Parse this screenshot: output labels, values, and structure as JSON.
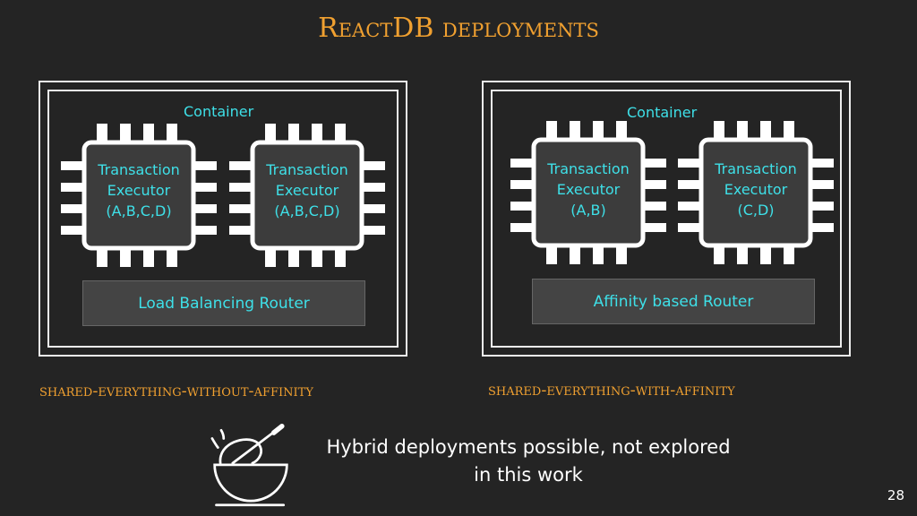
{
  "title": "ReactDB deployments",
  "left": {
    "container": "Container",
    "chips": [
      {
        "l1": "Transaction",
        "l2": "Executor",
        "l3": "(A,B,C,D)"
      },
      {
        "l1": "Transaction",
        "l2": "Executor",
        "l3": "(A,B,C,D)"
      }
    ],
    "router": "Load Balancing Router",
    "caption": "shared-everything-without-affinity"
  },
  "right": {
    "container": "Container",
    "chips": [
      {
        "l1": "Transaction",
        "l2": "Executor",
        "l3": "(A,B)"
      },
      {
        "l1": "Transaction",
        "l2": "Executor",
        "l3": "(C,D)"
      }
    ],
    "router": "Affinity based Router",
    "caption": "shared-everything-with-affinity"
  },
  "note": {
    "line1": "Hybrid deployments possible, not explored",
    "line2": "in this work"
  },
  "page_number": "28"
}
